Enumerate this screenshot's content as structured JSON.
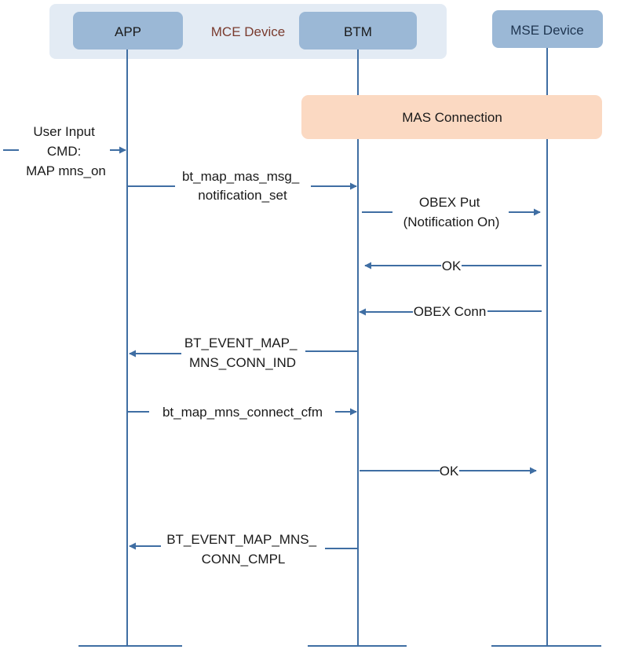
{
  "group": {
    "label": "MCE Device"
  },
  "participants": {
    "app": "APP",
    "btm": "BTM",
    "mse": "MSE Device"
  },
  "connection_box": "MAS Connection",
  "messages": {
    "user_input": [
      "User Input",
      "CMD:",
      "MAP mns_on"
    ],
    "m1": [
      "bt_map_mas_msg_",
      "notification_set"
    ],
    "m2": [
      "OBEX Put",
      "(Notification On)"
    ],
    "m3": [
      "OK"
    ],
    "m4": [
      "OBEX Conn"
    ],
    "m5": [
      "BT_EVENT_MAP_",
      "MNS_CONN_IND"
    ],
    "m6": [
      "bt_map_mns_connect_cfm"
    ],
    "m7": [
      "OK"
    ],
    "m8": [
      "BT_EVENT_MAP_MNS_",
      "CONN_CMPL"
    ]
  },
  "colors": {
    "group_bg": "#e3ebf4",
    "participant_box": "#9bb8d6",
    "connection_box": "#fbd9c2",
    "lines": "#3f6ea3"
  }
}
